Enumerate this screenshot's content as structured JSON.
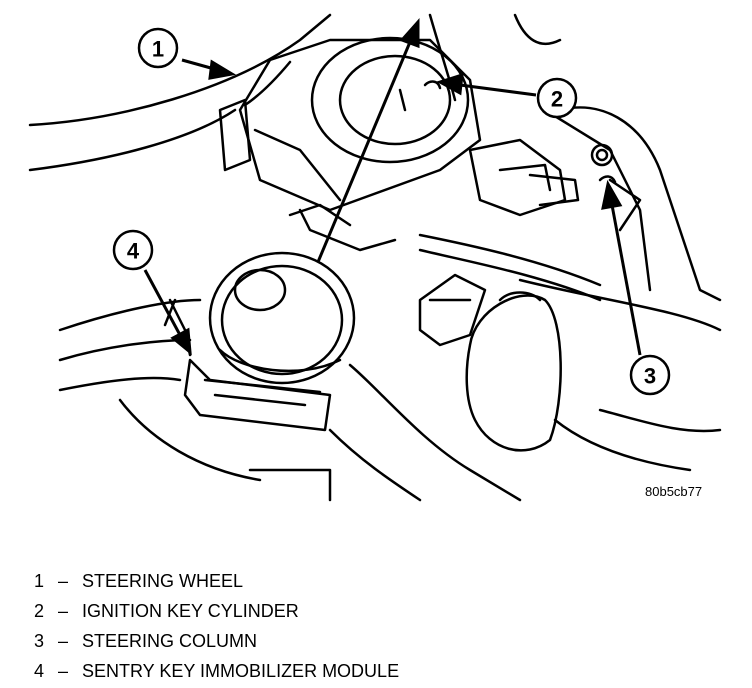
{
  "figure": {
    "id_label": "80b5cb77",
    "callouts": [
      "1",
      "2",
      "3",
      "4"
    ]
  },
  "legend": [
    {
      "num": "1",
      "sep": "–",
      "text": "STEERING WHEEL"
    },
    {
      "num": "2",
      "sep": "–",
      "text": "IGNITION KEY CYLINDER"
    },
    {
      "num": "3",
      "sep": "–",
      "text": "STEERING COLUMN"
    },
    {
      "num": "4",
      "sep": "–",
      "text": "SENTRY KEY IMMOBILIZER MODULE"
    }
  ]
}
